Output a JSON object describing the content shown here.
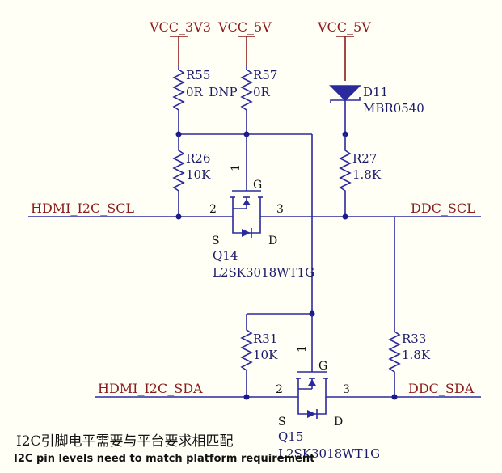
{
  "power": {
    "vcc_3v3": "VCC_3V3",
    "vcc_5v_a": "VCC_5V",
    "vcc_5v_b": "VCC_5V"
  },
  "resistors": {
    "r55": {
      "ref": "R55",
      "value": "0R_DNP"
    },
    "r57": {
      "ref": "R57",
      "value": "0R"
    },
    "r26": {
      "ref": "R26",
      "value": "10K"
    },
    "r27": {
      "ref": "R27",
      "value": "1.8K"
    },
    "r31": {
      "ref": "R31",
      "value": "10K"
    },
    "r33": {
      "ref": "R33",
      "value": "1.8K"
    }
  },
  "diode": {
    "ref": "D11",
    "value": "MBR0540"
  },
  "mosfets": {
    "q14": {
      "ref": "Q14",
      "part": "L2SK3018WT1G"
    },
    "q15": {
      "ref": "Q15",
      "part": "L2SK3018WT1G"
    }
  },
  "pins": {
    "gate_pin": "1",
    "source_pin": "2",
    "drain_pin": "3",
    "g": "G",
    "s": "S",
    "d": "D"
  },
  "nets": {
    "hdmi_scl": "HDMI_I2C_SCL",
    "ddc_scl": "DDC_SCL",
    "hdmi_sda": "HDMI_I2C_SDA",
    "ddc_sda": "DDC_SDA"
  },
  "notes": {
    "cn": "I2C引脚电平需要与平台要求相匹配",
    "en": "I2C pin levels need to match platform requirement"
  },
  "colors": {
    "wire": "#2a2a9e",
    "power": "#8b1a1a",
    "background": "#fffff5"
  }
}
